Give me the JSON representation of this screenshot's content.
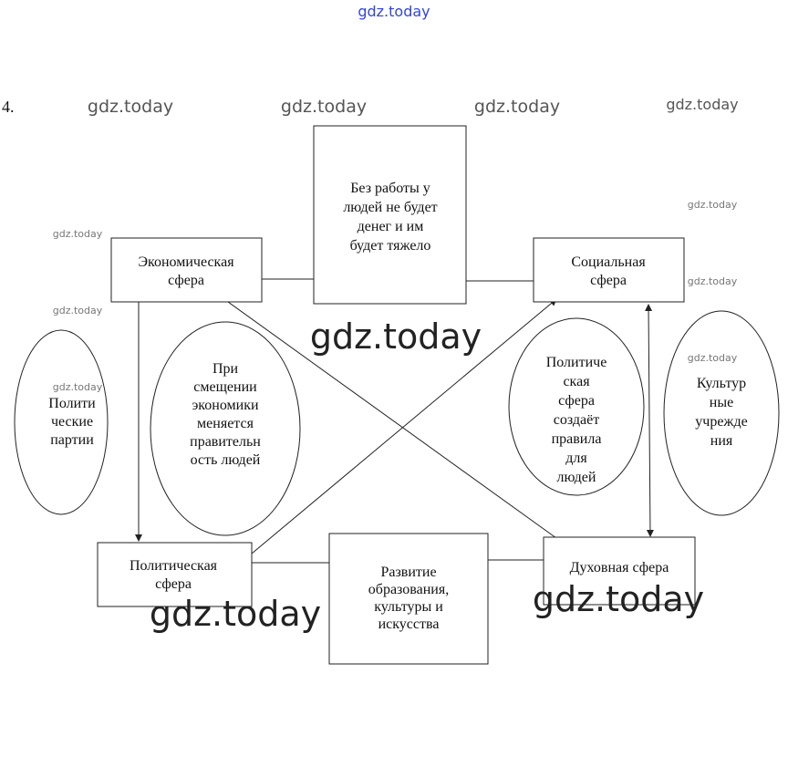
{
  "task_number": "4.",
  "watermark": "gdz.today",
  "colors": {
    "top_watermark": "#3344dd",
    "watermark": "#777777",
    "line": "#222222"
  },
  "boxes": {
    "economic": [
      "Экономическая",
      "сфера"
    ],
    "top_middle": [
      "Без работы у",
      "людей не будет",
      "денег и им",
      "будет тяжело"
    ],
    "social": [
      "Социальная",
      "сфера"
    ],
    "political": [
      "Политическая",
      "сфера"
    ],
    "bottom_middle": [
      "Развитие",
      "образования,",
      "культуры и",
      "искусства"
    ],
    "spiritual": [
      "Духовная сфера"
    ]
  },
  "ellipses": {
    "parties": [
      "Полити",
      "ческие",
      "партии"
    ],
    "economy_change": [
      "При",
      "смещении",
      "экономики",
      "меняется",
      "правительн",
      "ость людей"
    ],
    "political_rules": [
      "Политиче",
      "ская",
      "сфера",
      "создаёт",
      "правила",
      "для",
      "людей"
    ],
    "culture": [
      "Культур",
      "ные",
      "учрежде",
      "ния"
    ]
  }
}
